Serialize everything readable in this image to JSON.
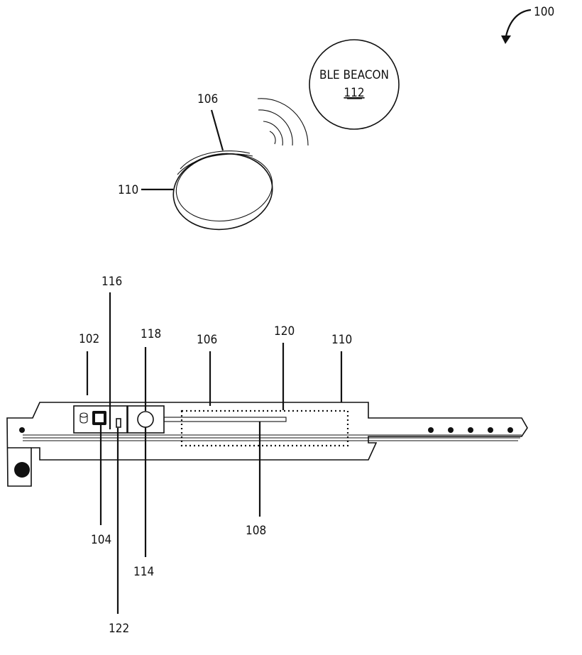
{
  "figure": {
    "ref_main": "100",
    "beacon": {
      "title": "BLE BEACON",
      "ref": "112"
    },
    "labels": {
      "l102": "102",
      "l104": "104",
      "l106_top": "106",
      "l106": "106",
      "l108": "108",
      "l110_top": "110",
      "l110": "110",
      "l114": "114",
      "l116": "116",
      "l118": "118",
      "l120": "120",
      "l122": "122"
    }
  }
}
